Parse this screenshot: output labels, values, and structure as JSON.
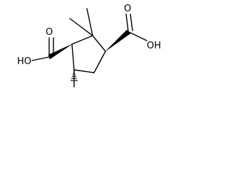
{
  "molecule": {
    "atom_labels": {
      "left_hydroxyl": "HO",
      "left_carbonyl_oxygen": "O",
      "right_carbonyl_oxygen": "O",
      "right_hydroxyl": "OH"
    }
  }
}
